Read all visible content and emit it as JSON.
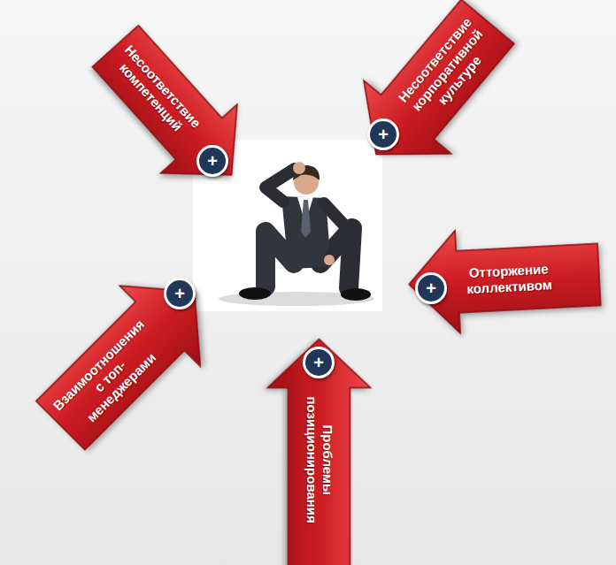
{
  "diagram": {
    "nodes": [
      {
        "text": [
          "Несоответствие компетенций"
        ]
      },
      {
        "text": [
          "Несоответствие корпоративной культуре"
        ]
      },
      {
        "text": [
          "Взаимоотношения с топ-менеджерами"
        ]
      },
      {
        "text": [
          "Отторжение коллективом"
        ]
      },
      {
        "text": [
          "Проблемы позиционирования"
        ]
      }
    ],
    "labels": [
      "+",
      "+",
      "+",
      "+",
      "+"
    ]
  }
}
